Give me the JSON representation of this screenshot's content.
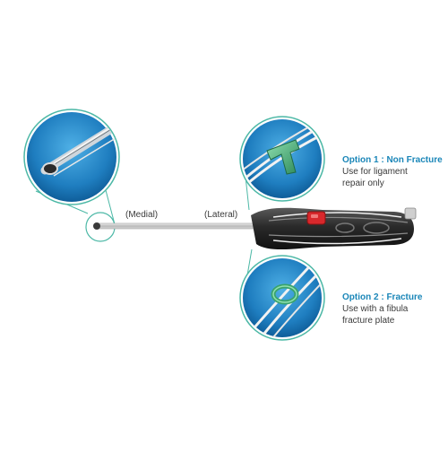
{
  "labels": {
    "medial": "(Medial)",
    "lateral": "(Lateral)"
  },
  "option1": {
    "title": "Option 1 : Non Fracture",
    "description_lines": [
      "Use for ligament",
      "repair only"
    ]
  },
  "option2": {
    "title": "Option 2 : Fracture",
    "description_lines": [
      "Use with a fibula",
      "fracture plate"
    ]
  },
  "colors": {
    "accent_teal": "#4cb8a6",
    "option_blue": "#1a86b8",
    "circle_blue": "#1f7ec0",
    "handle_dark": "#2a2a2a",
    "button_red": "#d8282c",
    "green_button": "#3aa36c"
  }
}
